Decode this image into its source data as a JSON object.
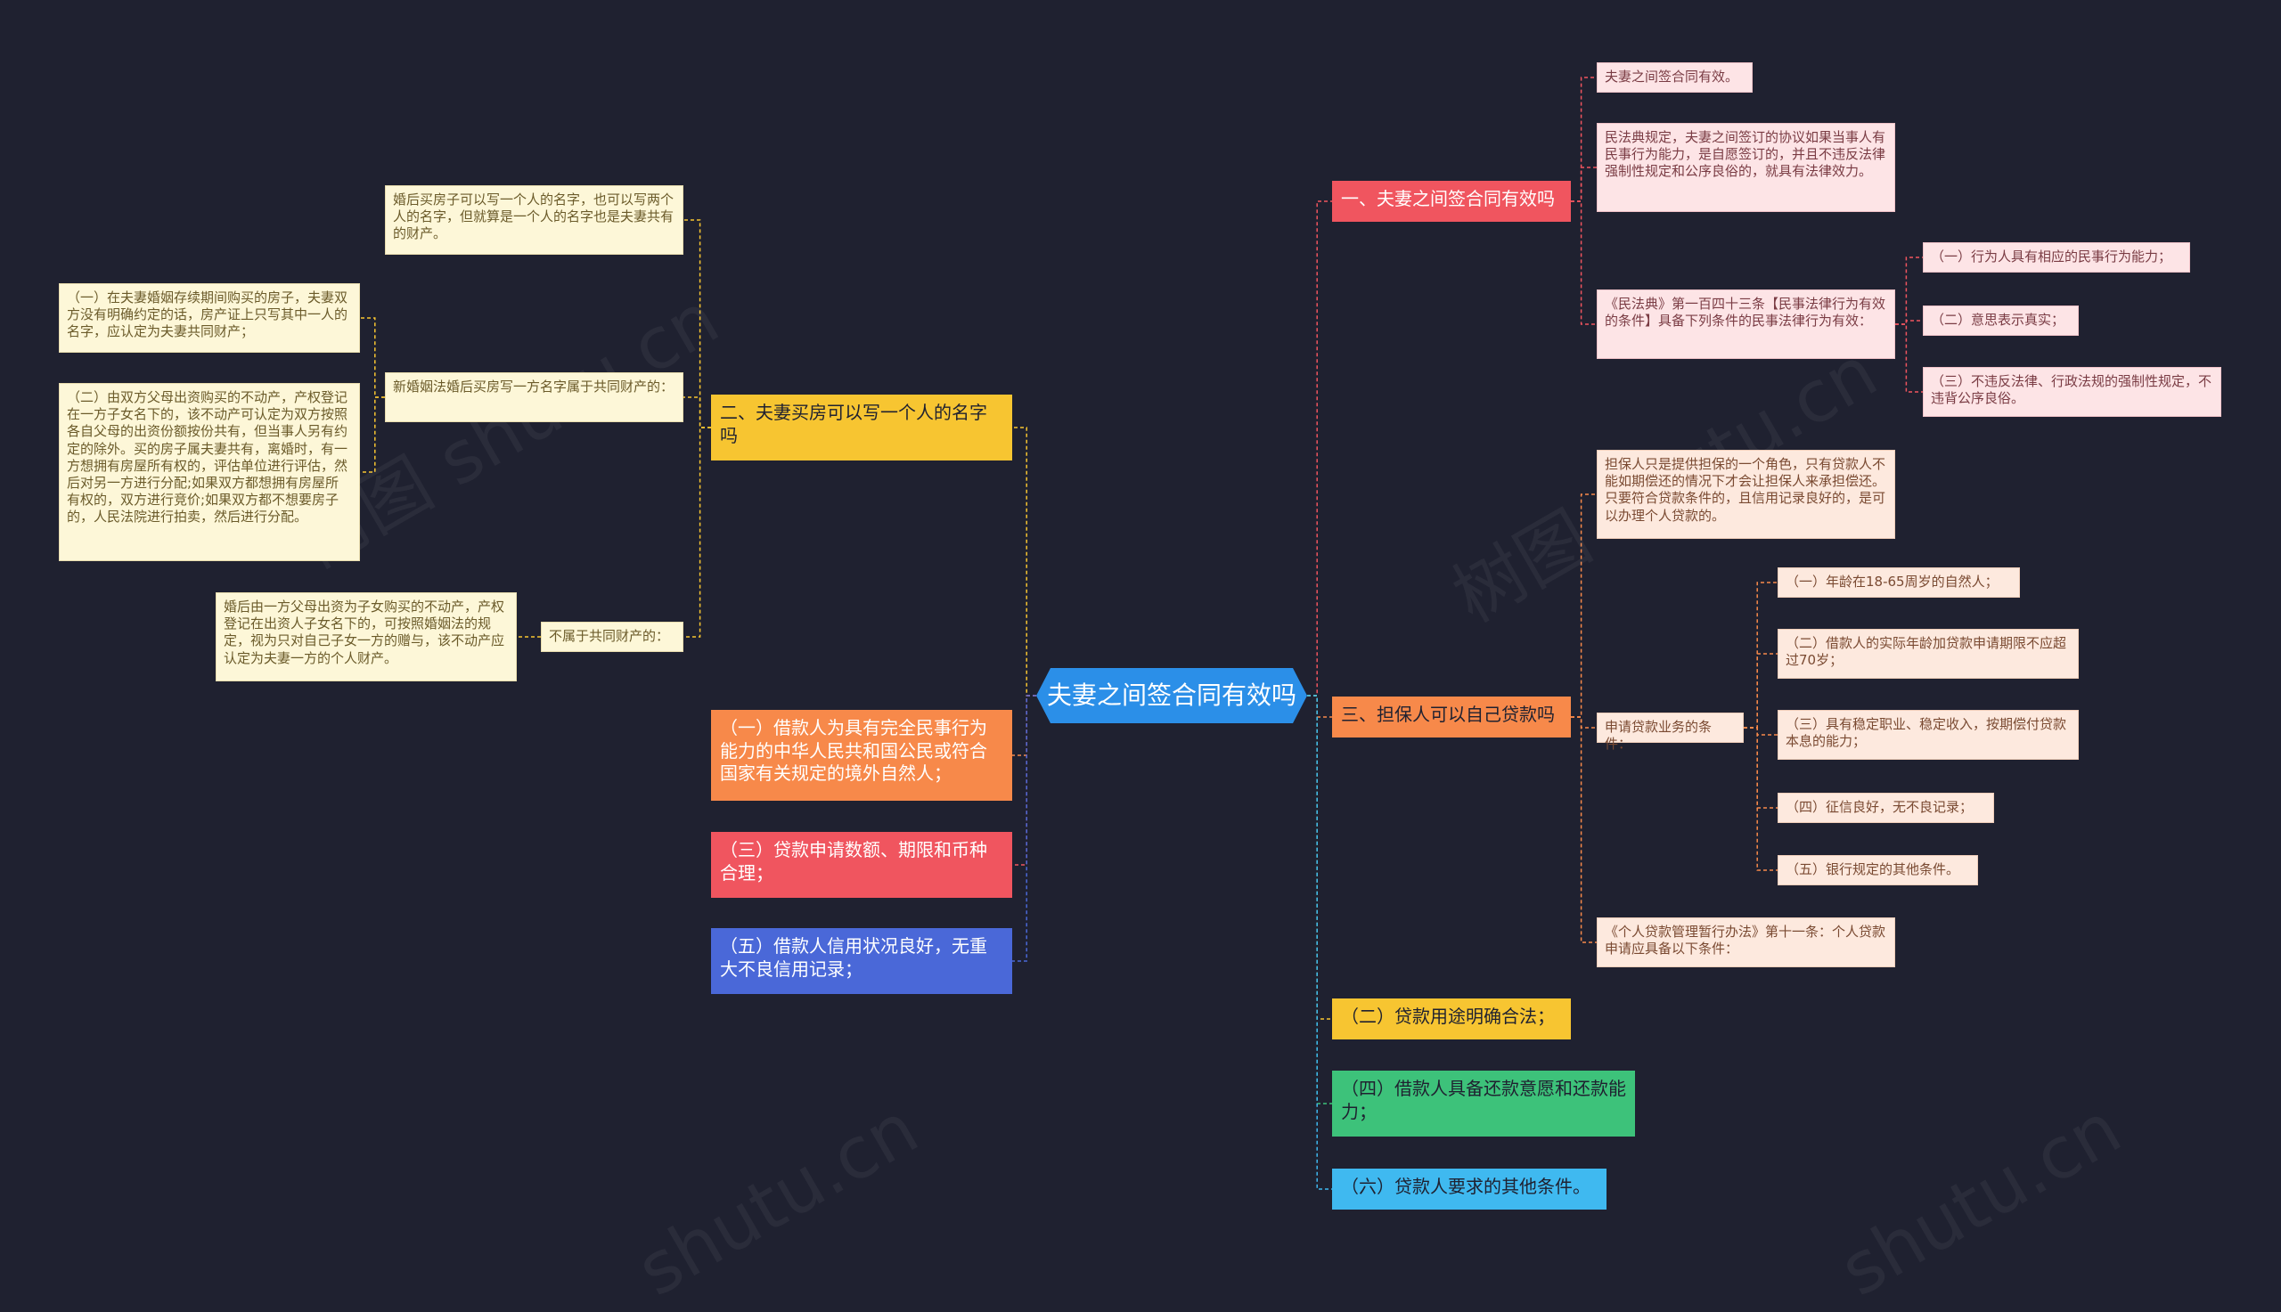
{
  "root": {
    "label": "夫妻之间签合同有效吗"
  },
  "watermarks": [
    "树图 shutu.cn",
    "树图 shutu.cn",
    "shutu.cn",
    "shutu.cn"
  ],
  "branch1": {
    "title": "一、夫妻之间签合同有效吗",
    "color": "#f0555f",
    "items": [
      "夫妻之间签合同有效。",
      "民法典规定，夫妻之间签订的协议如果当事人有民事行为能力，是自愿签订的，并且不违反法律强制性规定和公序良俗的，就具有法律效力。",
      "《民法典》第一百四十三条【民事法律行为有效的条件】具备下列条件的民事法律行为有效："
    ],
    "subitems": [
      "（一）行为人具有相应的民事行为能力；",
      "（二）意思表示真实；",
      "（三）不违反法律、行政法规的强制性规定，不违背公序良俗。"
    ]
  },
  "branch2": {
    "title": "二、夫妻买房可以写一个人的名字吗",
    "color": "#f7c531",
    "items": [
      "婚后买房子可以写一个人的名字，也可以写两个人的名字，但就算是一个人的名字也是夫妻共有的财产。",
      "新婚姻法婚后买房写一方名字属于共同财产的：",
      "不属于共同财产的："
    ],
    "sub_shared": [
      "（一）在夫妻婚姻存续期间购买的房子，夫妻双方没有明确约定的话，房产证上只写其中一人的名字，应认定为夫妻共同财产；",
      "（二）由双方父母出资购买的不动产，产权登记在一方子女名下的，该不动产可认定为双方按照各自父母的出资份额按份共有，但当事人另有约定的除外。买的房子属夫妻共有，离婚时，有一方想拥有房屋所有权的，评估单位进行评估，然后对另一方进行分配;如果双方都想拥有房屋所有权的，双方进行竞价;如果双方都不想要房子的，人民法院进行拍卖，然后进行分配。"
    ],
    "sub_not_shared": [
      "婚后由一方父母出资为子女购买的不动产，产权登记在出资人子女名下的，可按照婚姻法的规定，视为只对自己子女一方的赠与，该不动产应认定为夫妻一方的个人财产。"
    ]
  },
  "branch3": {
    "title": "三、担保人可以自己贷款吗",
    "color": "#f7894a",
    "items": [
      "担保人只是提供担保的一个角色，只有贷款人不能如期偿还的情况下才会让担保人来承担偿还。只要符合贷款条件的，且信用记录良好的，是可以办理个人贷款的。",
      "申请贷款业务的条件：",
      "《个人贷款管理暂行办法》第十一条：个人贷款申请应具备以下条件："
    ],
    "conditions": [
      "（一）年龄在18-65周岁的自然人；",
      "（二）借款人的实际年龄加贷款申请期限不应超过70岁；",
      "（三）具有稳定职业、稳定收入，按期偿付贷款本息的能力；",
      "（四）征信良好，无不良记录；",
      "（五）银行规定的其他条件。"
    ]
  },
  "left_items": [
    {
      "label": "（一）借款人为具有完全民事行为能力的中华人民共和国公民或符合国家有关规定的境外自然人；",
      "color": "#f7894a"
    },
    {
      "label": "（三）贷款申请数额、期限和币种合理；",
      "color": "#f0555f"
    },
    {
      "label": "（五）借款人信用状况良好，无重大不良信用记录；",
      "color": "#4a68d8"
    }
  ],
  "right_items": [
    {
      "label": "（二）贷款用途明确合法；",
      "color": "#f7c531"
    },
    {
      "label": "（四）借款人具备还款意愿和还款能力；",
      "color": "#3dc27a"
    },
    {
      "label": "（六）贷款人要求的其他条件。",
      "color": "#3fb9f0"
    }
  ]
}
